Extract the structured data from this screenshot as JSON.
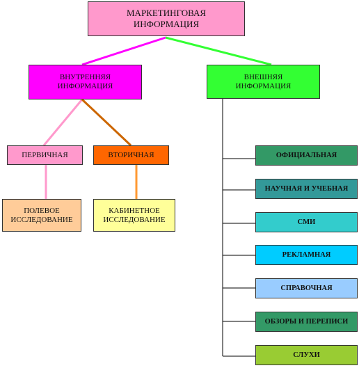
{
  "root": {
    "label": "МАРКЕТИНГОВАЯ\nИНФОРМАЦИЯ",
    "color": "#ff99cc"
  },
  "internal": {
    "label": "ВНУТРЕННЯЯ\nИНФОРМАЦИЯ",
    "color": "#ff00ff"
  },
  "external": {
    "label": "ВНЕШНЯЯ\nИНФОРМАЦИЯ",
    "color": "#33ff33"
  },
  "primary": {
    "label": "ПЕРВИЧНАЯ",
    "color": "#ff99cc"
  },
  "secondary": {
    "label": "ВТОРИЧНАЯ",
    "color": "#ff6600"
  },
  "field": {
    "label": "ПОЛЕВОЕ\nИССЛЕДОВАНИЕ",
    "color": "#ffcc99"
  },
  "desk": {
    "label": "КАБИНЕТНОЕ\nИССЛЕДОВАНИЕ",
    "color": "#ffff99"
  },
  "external_items": [
    {
      "label": "ОФИЦИАЛЬНАЯ",
      "color": "#339966"
    },
    {
      "label": "НАУЧНАЯ И УЧЕБНАЯ",
      "color": "#339999"
    },
    {
      "label": "СМИ",
      "color": "#33cccc"
    },
    {
      "label": "РЕКЛАМНАЯ",
      "color": "#00ccff"
    },
    {
      "label": "СПРАВОЧНАЯ",
      "color": "#99ccff"
    },
    {
      "label": "ОБЗОРЫ И ПЕРЕПИСИ",
      "color": "#339966"
    },
    {
      "label": "СЛУХИ",
      "color": "#99cc33"
    }
  ],
  "connector_colors": {
    "root_to_internal": "#ff00ff",
    "root_to_external": "#33ff33",
    "internal_to_primary": "#ff99cc",
    "internal_to_secondary": "#cc6600",
    "primary_to_field": "#ff99cc",
    "secondary_to_desk": "#ff9933",
    "external_tree": "#000000"
  }
}
